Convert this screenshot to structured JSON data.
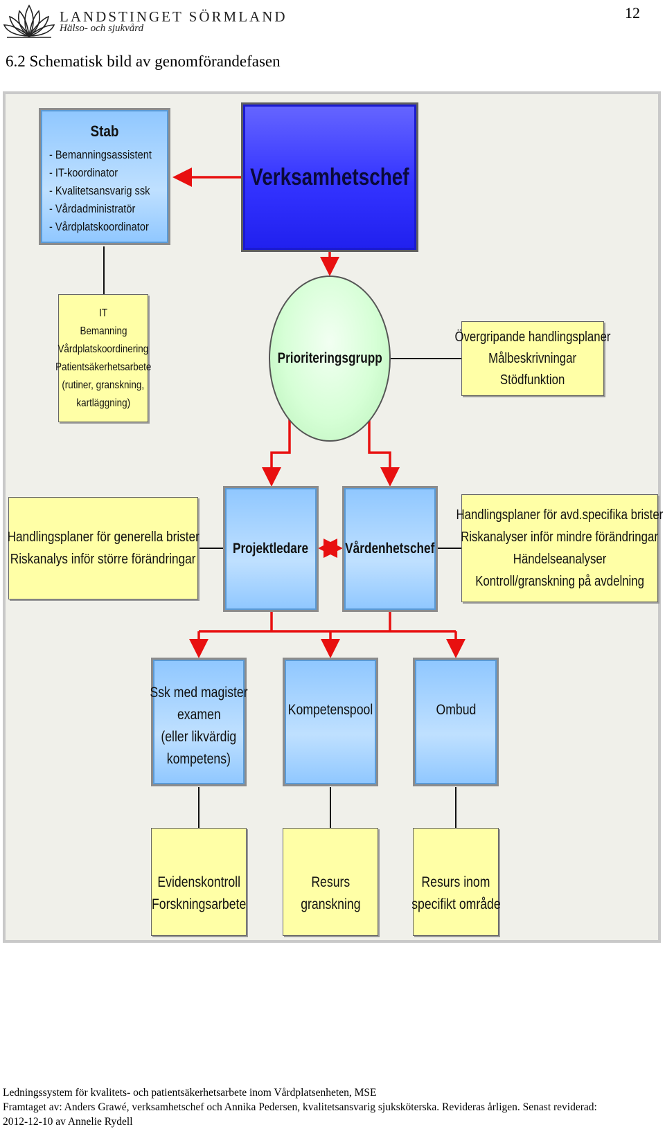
{
  "header": {
    "org_name": "LANDSTINGET SÖRMLAND",
    "org_sub": "Hälso- och sjukvård",
    "page_number": "12",
    "section_title": "6.2 Schematisk bild av genomförandefasen"
  },
  "diagram": {
    "stab": {
      "title": "Stab",
      "items": [
        "- Bemanningsassistent",
        "- IT-koordinator",
        "- Kvalitetsansvarig ssk",
        "- Vårdadministratör",
        "- Vårdplatskoordinator"
      ]
    },
    "chief": "Verksamhetschef",
    "it_box": [
      "IT",
      "Bemanning",
      "Vårdplatskoordinering",
      "Patientsäkerhetsarbete",
      "(rutiner, granskning,",
      "kartläggning)"
    ],
    "priority_group": "Prioriteringsgrupp",
    "overall_box": [
      "Övergripande handlingsplaner",
      "Målbeskrivningar",
      "Stödfunktion"
    ],
    "general_box": [
      "Handlingsplaner för generella brister",
      "Riskanalys inför större förändringar"
    ],
    "project_leader": "Projektledare",
    "unit_manager": "Vårdenhetschef",
    "specific_box": [
      "Handlingsplaner för avd.specifika brister",
      "Riskanalyser inför mindre förändringar",
      "Händelseanalyser",
      "Kontroll/granskning på avdelning"
    ],
    "ssk_box": [
      "Ssk med magister",
      "examen",
      "(eller likvärdig",
      "kompetens)"
    ],
    "pool": "Kompetenspool",
    "ombud": "Ombud",
    "evidence_box": [
      "Evidenskontroll",
      "Forskningsarbete"
    ],
    "resource_box": [
      "Resurs",
      "granskning"
    ],
    "resource_area_box": [
      "Resurs inom",
      "specifikt område"
    ],
    "colors": {
      "arrow": "#e81010",
      "chief": "#3333ff",
      "yellow": "#ffffa6",
      "blue": "#a9d4ff",
      "green": "#d6ffd6"
    }
  },
  "footer": {
    "line1": "Ledningssystem för kvalitets- och patientsäkerhetsarbete inom Vårdplatsenheten, MSE",
    "line2": "Framtaget av: Anders Grawé, verksamhetschef och Annika Pedersen, kvalitetsansvarig sjuksköterska. Revideras årligen. Senast reviderad:",
    "line3": "2012-12-10  av Annelie Rydell"
  }
}
